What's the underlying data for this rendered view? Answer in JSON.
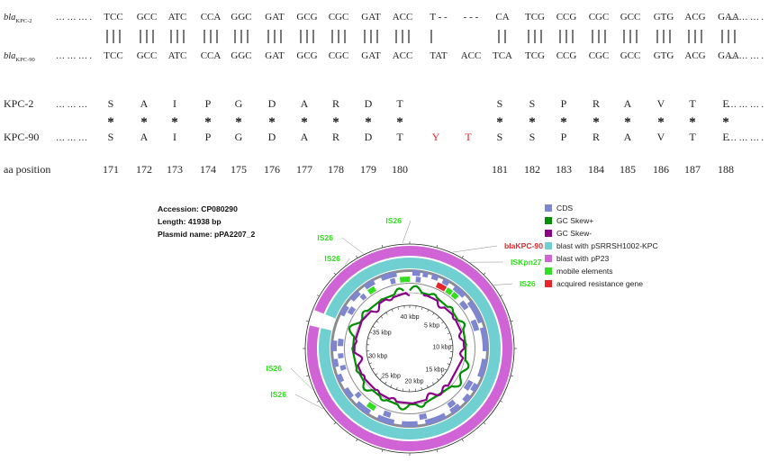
{
  "alignment": {
    "dna_rows": [
      {
        "gene": "bla",
        "subscript": "KPC-2",
        "codons": [
          "TCC",
          "GCC",
          "ATC",
          "CCA",
          "GGC",
          "GAT",
          "GCG",
          "CGC",
          "GAT",
          "ACC",
          "T - -",
          "- - -",
          "CA",
          "TCG",
          "CCG",
          "CGC",
          "GCC",
          "GTG",
          "ACG",
          "GAA"
        ]
      },
      {
        "gene": "bla",
        "subscript": "KPC-90",
        "codons": [
          "TCC",
          "GCC",
          "ATC",
          "CCA",
          "GGC",
          "GAT",
          "GCG",
          "CGC",
          "GAT",
          "ACC",
          "TAT",
          "ACC",
          "TCA",
          "TCG",
          "CCG",
          "CGC",
          "GCC",
          "GTG",
          "ACG",
          "GAA"
        ]
      }
    ],
    "ellipsis": "… … … .",
    "trailing_ellipsis": "… … … .",
    "protein_rows": [
      {
        "label": "KPC-2",
        "ellipsis": "… … …",
        "residues": [
          "S",
          "A",
          "I",
          "P",
          "G",
          "D",
          "A",
          "R",
          "D",
          "T",
          "",
          "",
          "S",
          "S",
          "P",
          "R",
          "A",
          "V",
          "T",
          "E"
        ],
        "trailing": "… … … ."
      },
      {
        "label": "KPC-90",
        "ellipsis": "… … …",
        "residues": [
          "S",
          "A",
          "I",
          "P",
          "G",
          "D",
          "A",
          "R",
          "D",
          "T",
          "Y",
          "T",
          "S",
          "S",
          "P",
          "R",
          "A",
          "V",
          "T",
          "E"
        ],
        "trailing": "… … … ."
      }
    ],
    "insertion_color": "#e8262a",
    "star": "*",
    "position_label": "aa position",
    "positions": [
      "171",
      "172",
      "173",
      "174",
      "175",
      "176",
      "177",
      "178",
      "179",
      "180",
      "",
      "",
      "181",
      "182",
      "183",
      "184",
      "185",
      "186",
      "187",
      "188"
    ]
  },
  "plasmid": {
    "info": {
      "accession": "Accession: CP080290",
      "length": "Length: 41938 bp",
      "name": "Plasmid name: pPA2207_2"
    },
    "scale_labels": [
      {
        "text": "40 kbp",
        "deg": 0
      },
      {
        "text": "5 kbp",
        "deg": 43
      },
      {
        "text": "10 kbp",
        "deg": 86
      },
      {
        "text": "15 kbp",
        "deg": 129
      },
      {
        "text": "20 kbp",
        "deg": 172
      },
      {
        "text": "25 kbp",
        "deg": 215
      },
      {
        "text": "30 kbp",
        "deg": 258
      },
      {
        "text": "35 kbp",
        "deg": 301
      }
    ],
    "annotations": [
      {
        "text": "IS26",
        "color": "#33dd22",
        "deg": 356
      },
      {
        "text": "IS26",
        "color": "#33dd22",
        "deg": 334
      },
      {
        "text": "IS26",
        "color": "#33dd22",
        "deg": 322
      },
      {
        "text": "blaKPC-90",
        "color": "#e8262a",
        "deg": 24
      },
      {
        "text": "ISKpn27",
        "color": "#33dd22",
        "deg": 35
      },
      {
        "text": "IS26",
        "color": "#33dd22",
        "deg": 53
      },
      {
        "text": "IS26",
        "color": "#33dd22",
        "deg": 247
      },
      {
        "text": "IS26",
        "color": "#33dd22",
        "deg": 235
      }
    ],
    "legend": [
      {
        "label": "CDS",
        "color": "#7f86d0"
      },
      {
        "label": "GC Skew+",
        "color": "#008f00"
      },
      {
        "label": "GC Skew-",
        "color": "#8b008b"
      },
      {
        "label": "blast with pSRRSH1002-KPC",
        "color": "#6fcfd1"
      },
      {
        "label": "blast with pP23",
        "color": "#d064d7"
      },
      {
        "label": "mobile elements",
        "color": "#33dd22"
      },
      {
        "label": "acquired resistance gene",
        "color": "#e8262a"
      }
    ],
    "colors": {
      "pP23": "#d064d7",
      "pSRRSH": "#6fcfd1",
      "backbone": "#8c8c8c",
      "cds": "#7f86d0",
      "mobile": "#33dd22",
      "resistance": "#e8262a",
      "gc_pos": "#008f00",
      "gc_neg": "#8b008b"
    }
  }
}
